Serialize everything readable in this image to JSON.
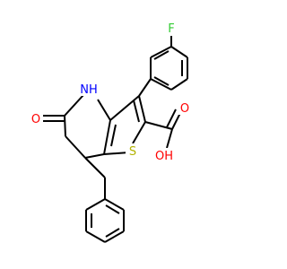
{
  "molecule": {
    "atoms": {
      "F": {
        "text": "F",
        "color": "#33cc33"
      },
      "NH": {
        "text": "NH",
        "color": "#0000ff"
      },
      "O_lactam": {
        "text": "O",
        "color": "#ff0000"
      },
      "S": {
        "text": "S",
        "color": "#b2b200"
      },
      "O_carbonyl": {
        "text": "O",
        "color": "#ff0000"
      },
      "OH": {
        "text": "OH",
        "color": "#ff0000"
      }
    }
  }
}
